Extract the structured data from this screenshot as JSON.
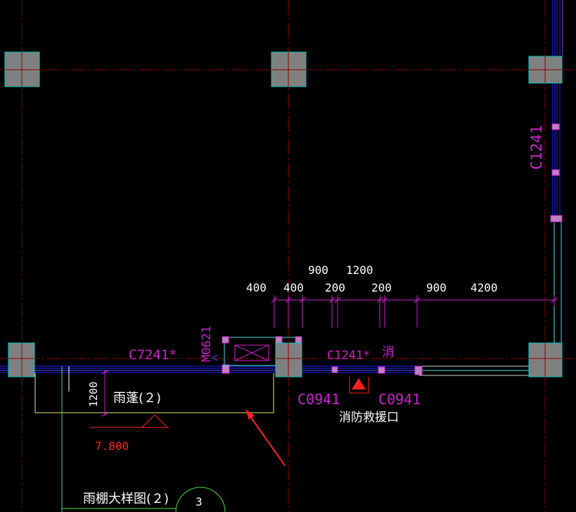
{
  "colors": {
    "background": "#000000",
    "axis": "#8b0000",
    "column_fill": "#808080",
    "column_outline": "#00c8c8",
    "wall": "#2020ff",
    "magenta": "#d020d0",
    "white": "#ffffff",
    "red": "#ff2020",
    "yellow": "#e8e870",
    "green": "#40e040",
    "cyan": "#40e0e0"
  },
  "labels": {
    "window_right": "C1241",
    "door_m0621": "M0621",
    "window_c7241": "C7241*",
    "window_c1241": "C1241*",
    "fire_char": "消",
    "window_c0941_left": "C0941",
    "window_c0941_right": "C0941",
    "fire_rescue": "消防救援口",
    "canopy": "雨蓬(２)",
    "canopy_depth": "1200",
    "elevation": "7.800",
    "detail_title": "雨棚大样图(２)",
    "detail_number": "3"
  },
  "dimensions": {
    "upper_row": [
      "900",
      "1200"
    ],
    "lower_row": [
      "400",
      "400",
      "200",
      "200",
      "900",
      "4200"
    ]
  }
}
